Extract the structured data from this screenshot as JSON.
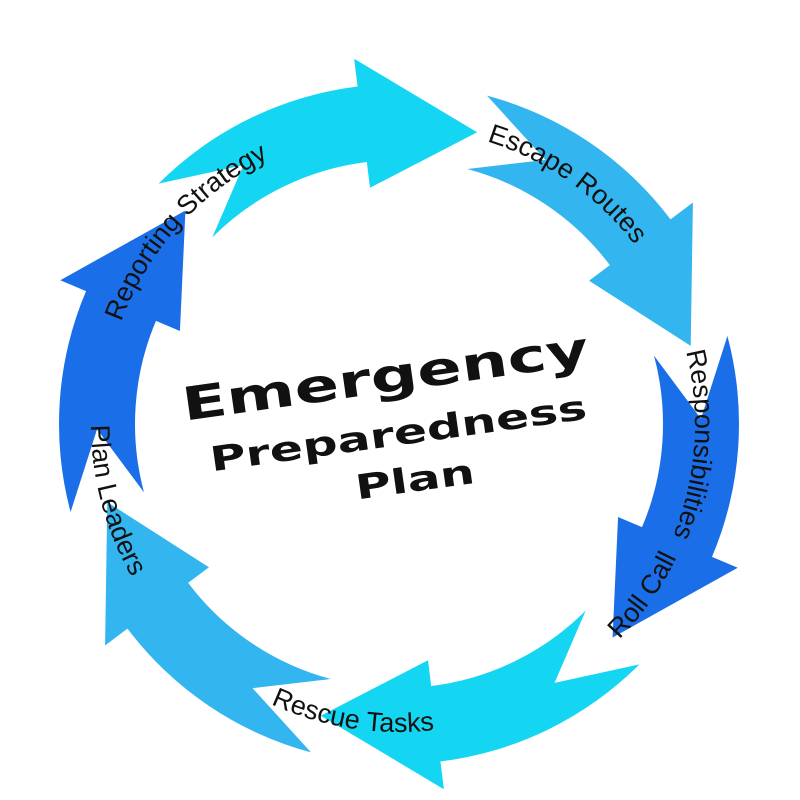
{
  "center": {
    "line1": "Emergency",
    "line2": "Preparedness",
    "line3": "Plan"
  },
  "segments": [
    {
      "label": "Escape Routes",
      "color": "#33b5ef"
    },
    {
      "label": "Responsibilities",
      "color": "#1a6fe8"
    },
    {
      "label": "Roll Call",
      "color": "#14d6f2"
    },
    {
      "label": "Rescue Tasks",
      "color": "#33b5ef"
    },
    {
      "label": "Plan Leaders",
      "color": "#1a6fe8"
    },
    {
      "label": "Reporting Strategy",
      "color": "#14d6f2"
    }
  ]
}
